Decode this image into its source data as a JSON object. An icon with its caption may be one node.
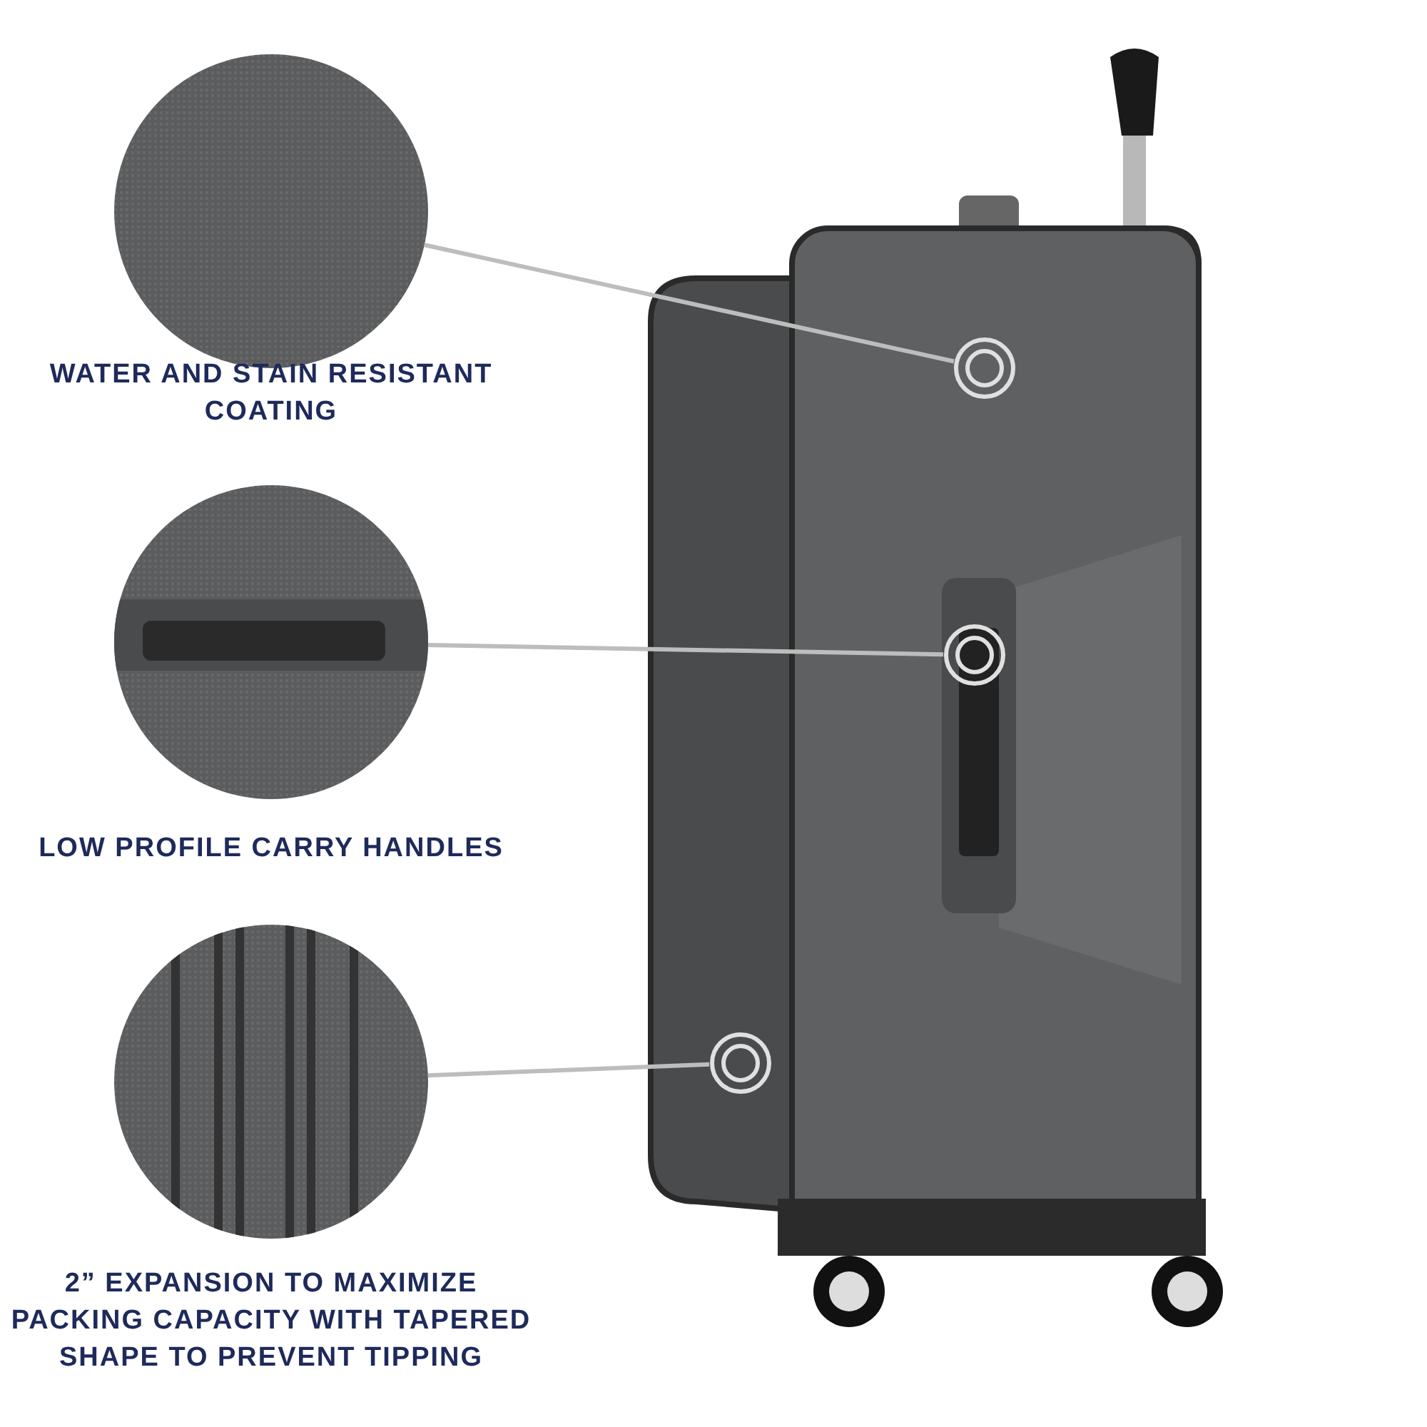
{
  "diagram": {
    "nodes": [
      {
        "text": [
          "WATER AND STAIN RESISTANT COATING"
        ]
      },
      {
        "text": [
          "LOW PROFILE CARRY HANDLES"
        ]
      },
      {
        "text": [
          "2” EXPANSION TO MAXIMIZE PACKING CAPACITY WITH TAPERED SHAPE TO PREVENT TIPPING"
        ]
      },
      {
        "text": [],
        "shape": "picture"
      },
      {
        "text": [],
        "shape": "circle",
        "in": 3
      },
      {
        "text": [],
        "shape": "circle",
        "in": 3
      },
      {
        "text": [],
        "shape": "circle",
        "in": 3
      }
    ],
    "edges": [
      {
        "from": 0,
        "to": 4,
        "arrow": "none"
      },
      {
        "from": 1,
        "to": 5,
        "arrow": "none"
      },
      {
        "from": 2,
        "to": 6,
        "arrow": "none"
      }
    ]
  }
}
